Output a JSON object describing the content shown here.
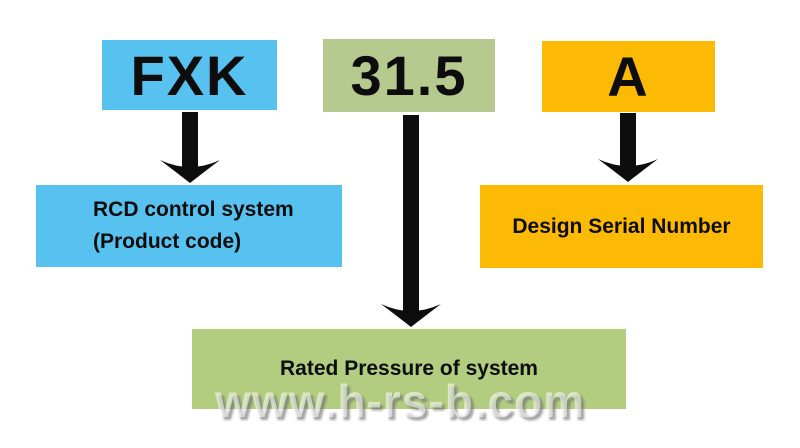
{
  "colors": {
    "blue": "#57c1f0",
    "olive": "#b6c98f",
    "green": "#b2cc80",
    "amber": "#fcba05",
    "ink": "#0d0d0d"
  },
  "diagram": {
    "codes": {
      "product": "FXK",
      "pressure": "31.5",
      "serial": "A"
    },
    "labels": {
      "product_line1": "RCD control system",
      "product_line2": "(Product code)",
      "serial": "Design Serial Number",
      "pressure": "Rated Pressure of system"
    }
  },
  "watermark": "www.h-rs-b.com"
}
